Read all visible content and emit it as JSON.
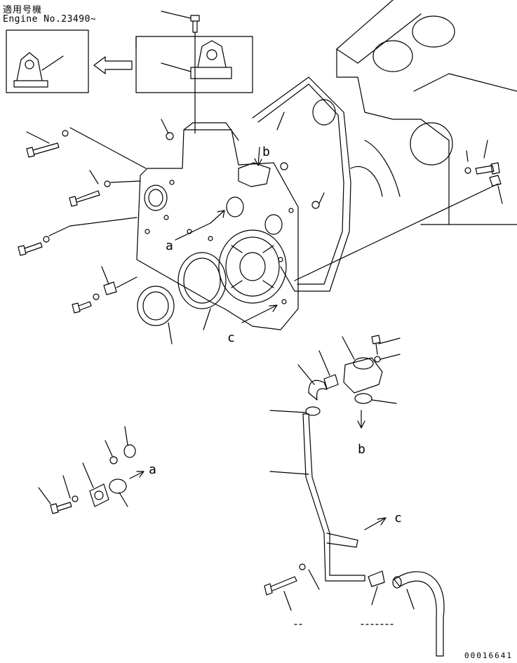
{
  "header": {
    "applicable_label": "適用号機",
    "engine_number": "Engine No.23490~"
  },
  "view_labels": {
    "a": "a",
    "b": "b",
    "c": "c"
  },
  "document_id": "00016641",
  "colors": {
    "ink": "#000000",
    "paper": "#ffffff"
  }
}
